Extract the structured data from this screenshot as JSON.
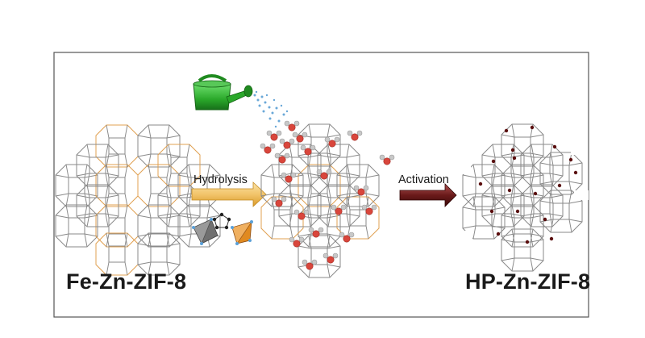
{
  "labels": {
    "left_material": "Fe-Zn-ZIF-8",
    "right_material": "HP-Zn-ZIF-8",
    "step1": "Hydrolysis",
    "step2": "Activation"
  },
  "colors": {
    "frame": "#555555",
    "framework_gray": "#8a8a8a",
    "framework_orange": "#e0a050",
    "hydrolysis_arrow": "#f2c46a",
    "activation_arrow": "#6a1a1a",
    "watering_can": "#2aa82a",
    "water_oxygen": "#d9463c",
    "water_hydrogen": "#c8c8c8",
    "defect_dot": "#5a0d0d",
    "tetra_gray": "#707070",
    "tetra_orange": "#e08a20"
  },
  "icons": [
    "watering-can-icon",
    "water-spray-icon",
    "tetrahedron-gray-icon",
    "tetrahedron-orange-icon",
    "imidazolate-linker-icon"
  ]
}
